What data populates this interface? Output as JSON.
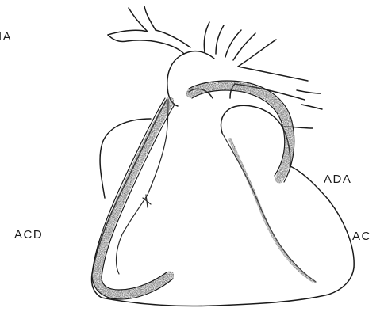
{
  "labels": {
    "top_left_partial": "IA",
    "right_coronary": "ACD",
    "anterior_descending": "ADA",
    "right_edge_partial": "AC"
  }
}
